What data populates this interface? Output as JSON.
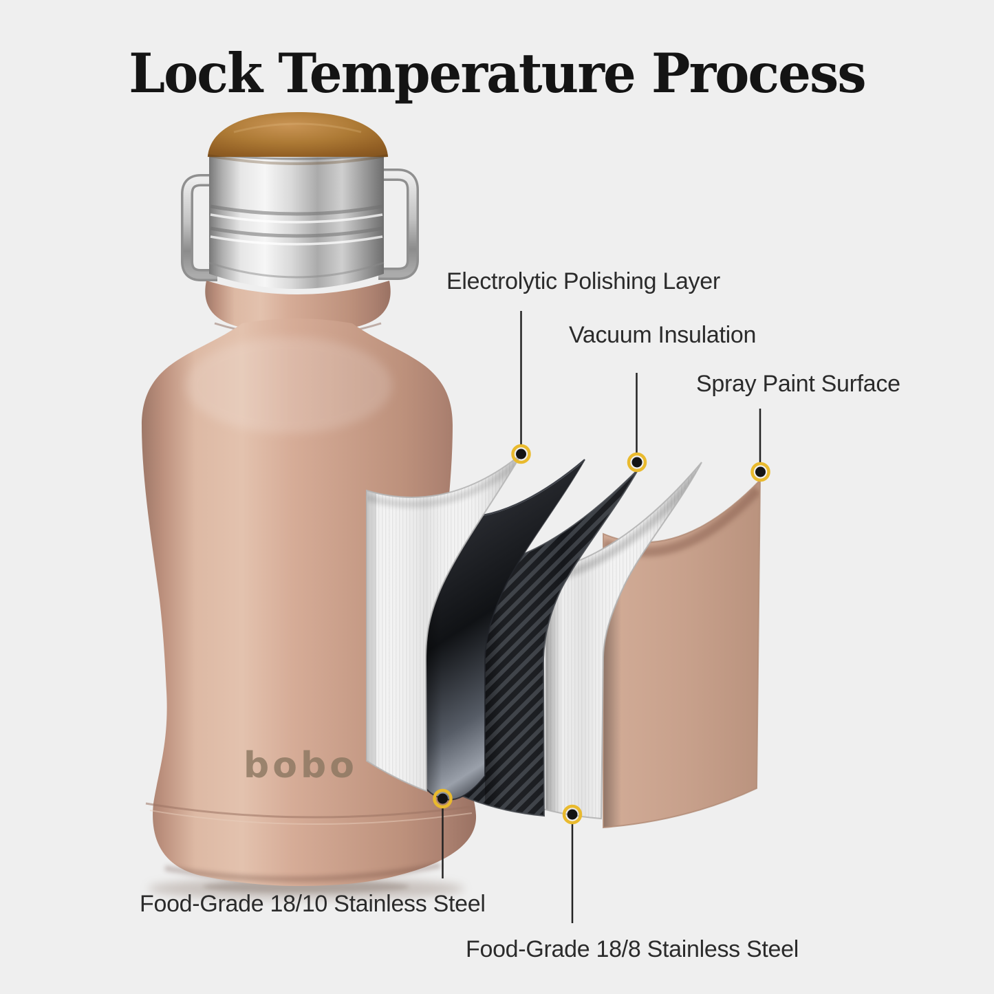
{
  "title": "Lock Temperature Process",
  "product": {
    "brand_logo": "bobo"
  },
  "callouts": {
    "electrolytic": "Electrolytic Polishing Layer",
    "vacuum": "Vacuum Insulation",
    "spray": "Spray Paint Surface",
    "steel_18_10": "Food-Grade 18/10 Stainless Steel",
    "steel_18_8": "Food-Grade 18/8 Stainless Steel"
  },
  "colors": {
    "background": "#efefef",
    "title_text": "#141414",
    "label_text": "#2b2b2b",
    "leader_line": "#222222",
    "dot_ring": "#e9ba2e",
    "dot_core": "#141414",
    "bottle_body": "#cda28d",
    "bamboo_lid": "#a9762f",
    "steel_collar": "#c9c9c9",
    "dark_steel_layer": "#17191d",
    "carbon_layer": "#2e3136",
    "spray_paint_layer": "#c7a08b"
  }
}
